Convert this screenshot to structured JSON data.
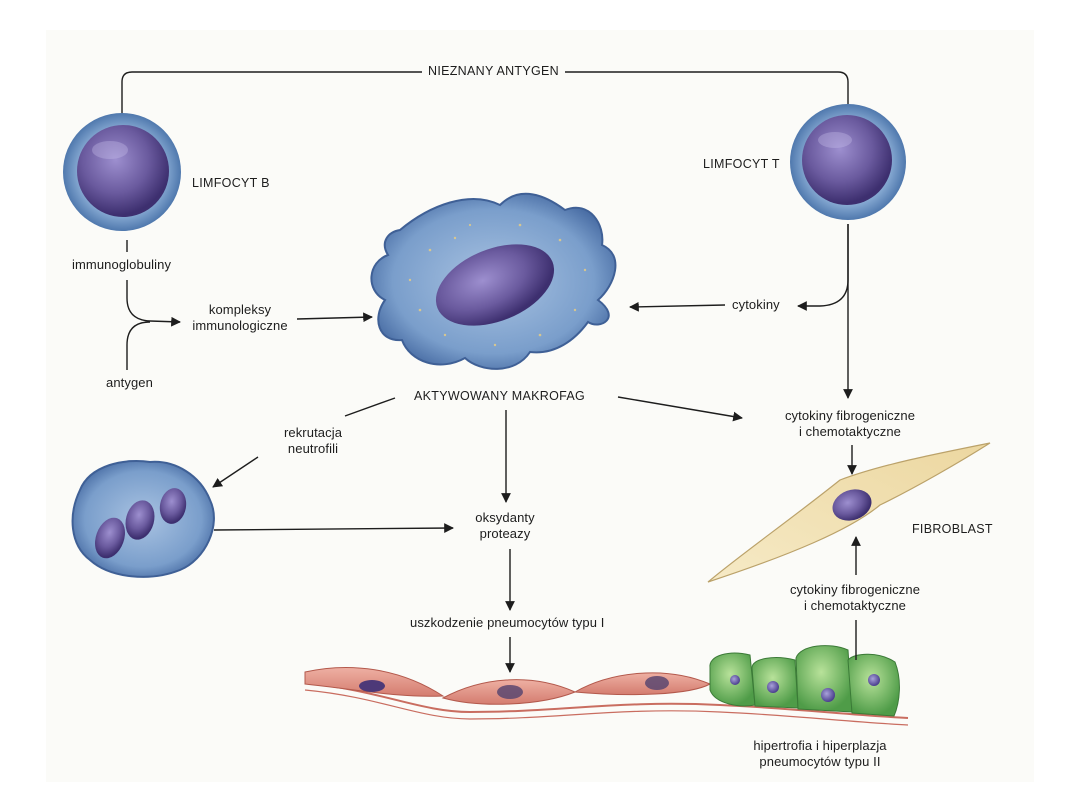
{
  "labels": {
    "unknown_antigen": "NIEZNANY ANTYGEN",
    "b_cell": "LIMFOCYT B",
    "t_cell": "LIMFOCYT T",
    "immunoglobulins": "immunoglobuliny",
    "immune_complexes_1": "kompleksy",
    "immune_complexes_2": "immunologiczne",
    "antigen": "antygen",
    "cytokines": "cytokiny",
    "activated_macrophage": "AKTYWOWANY MAKROFAG",
    "neutrophil_recruitment_1": "rekrutacja",
    "neutrophil_recruitment_2": "neutrofili",
    "fibrogenic_top_1": "cytokiny fibrogeniczne",
    "fibrogenic_top_2": "i chemotaktyczne",
    "oxidants": "oksydanty",
    "proteases": "proteazy",
    "fibroblast": "FIBROBLAST",
    "fibrogenic_bottom_1": "cytokiny fibrogeniczne",
    "fibrogenic_bottom_2": "i chemotaktyczne",
    "type1_damage": "uszkodzenie pneumocytów typu I",
    "hypertrophy_1": "hipertrofia i hiperplazja",
    "hypertrophy_2": "pneumocytów typu II"
  },
  "colors": {
    "cell_blue": "#7fa6cf",
    "nucleus_purple": "#6a5a9e",
    "fibroblast_cream": "#f3e3b8",
    "pneumocyte_pink": "#e0978a",
    "pneumocyte_green": "#7cc06a"
  }
}
